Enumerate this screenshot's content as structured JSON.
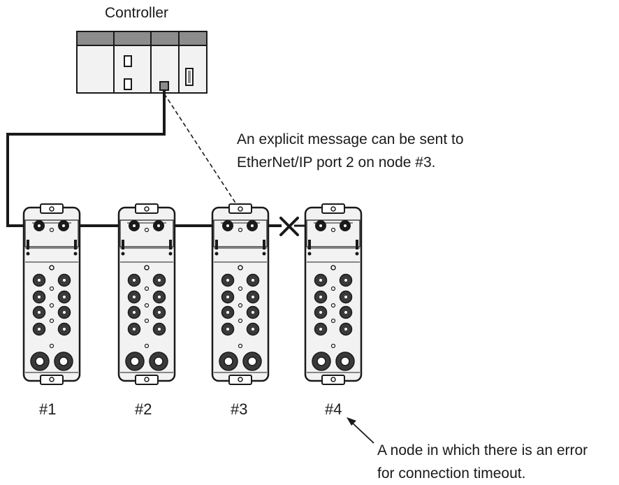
{
  "diagram": {
    "controller": {
      "label": "Controller"
    },
    "explicit_message_note": {
      "line1": "An explicit message can be sent to",
      "line2": "EtherNet/IP port 2 on node #3."
    },
    "nodes": [
      {
        "label": "#1"
      },
      {
        "label": "#2"
      },
      {
        "label": "#3"
      },
      {
        "label": "#4"
      }
    ],
    "error_note": {
      "line1": "A node in which there is an error",
      "line2": "for connection timeout."
    },
    "colors": {
      "line": "#1a1a1a",
      "header": "#8c8c8c",
      "body_fill": "#f2f2f2",
      "port_fill": "#3a3a3a"
    }
  }
}
